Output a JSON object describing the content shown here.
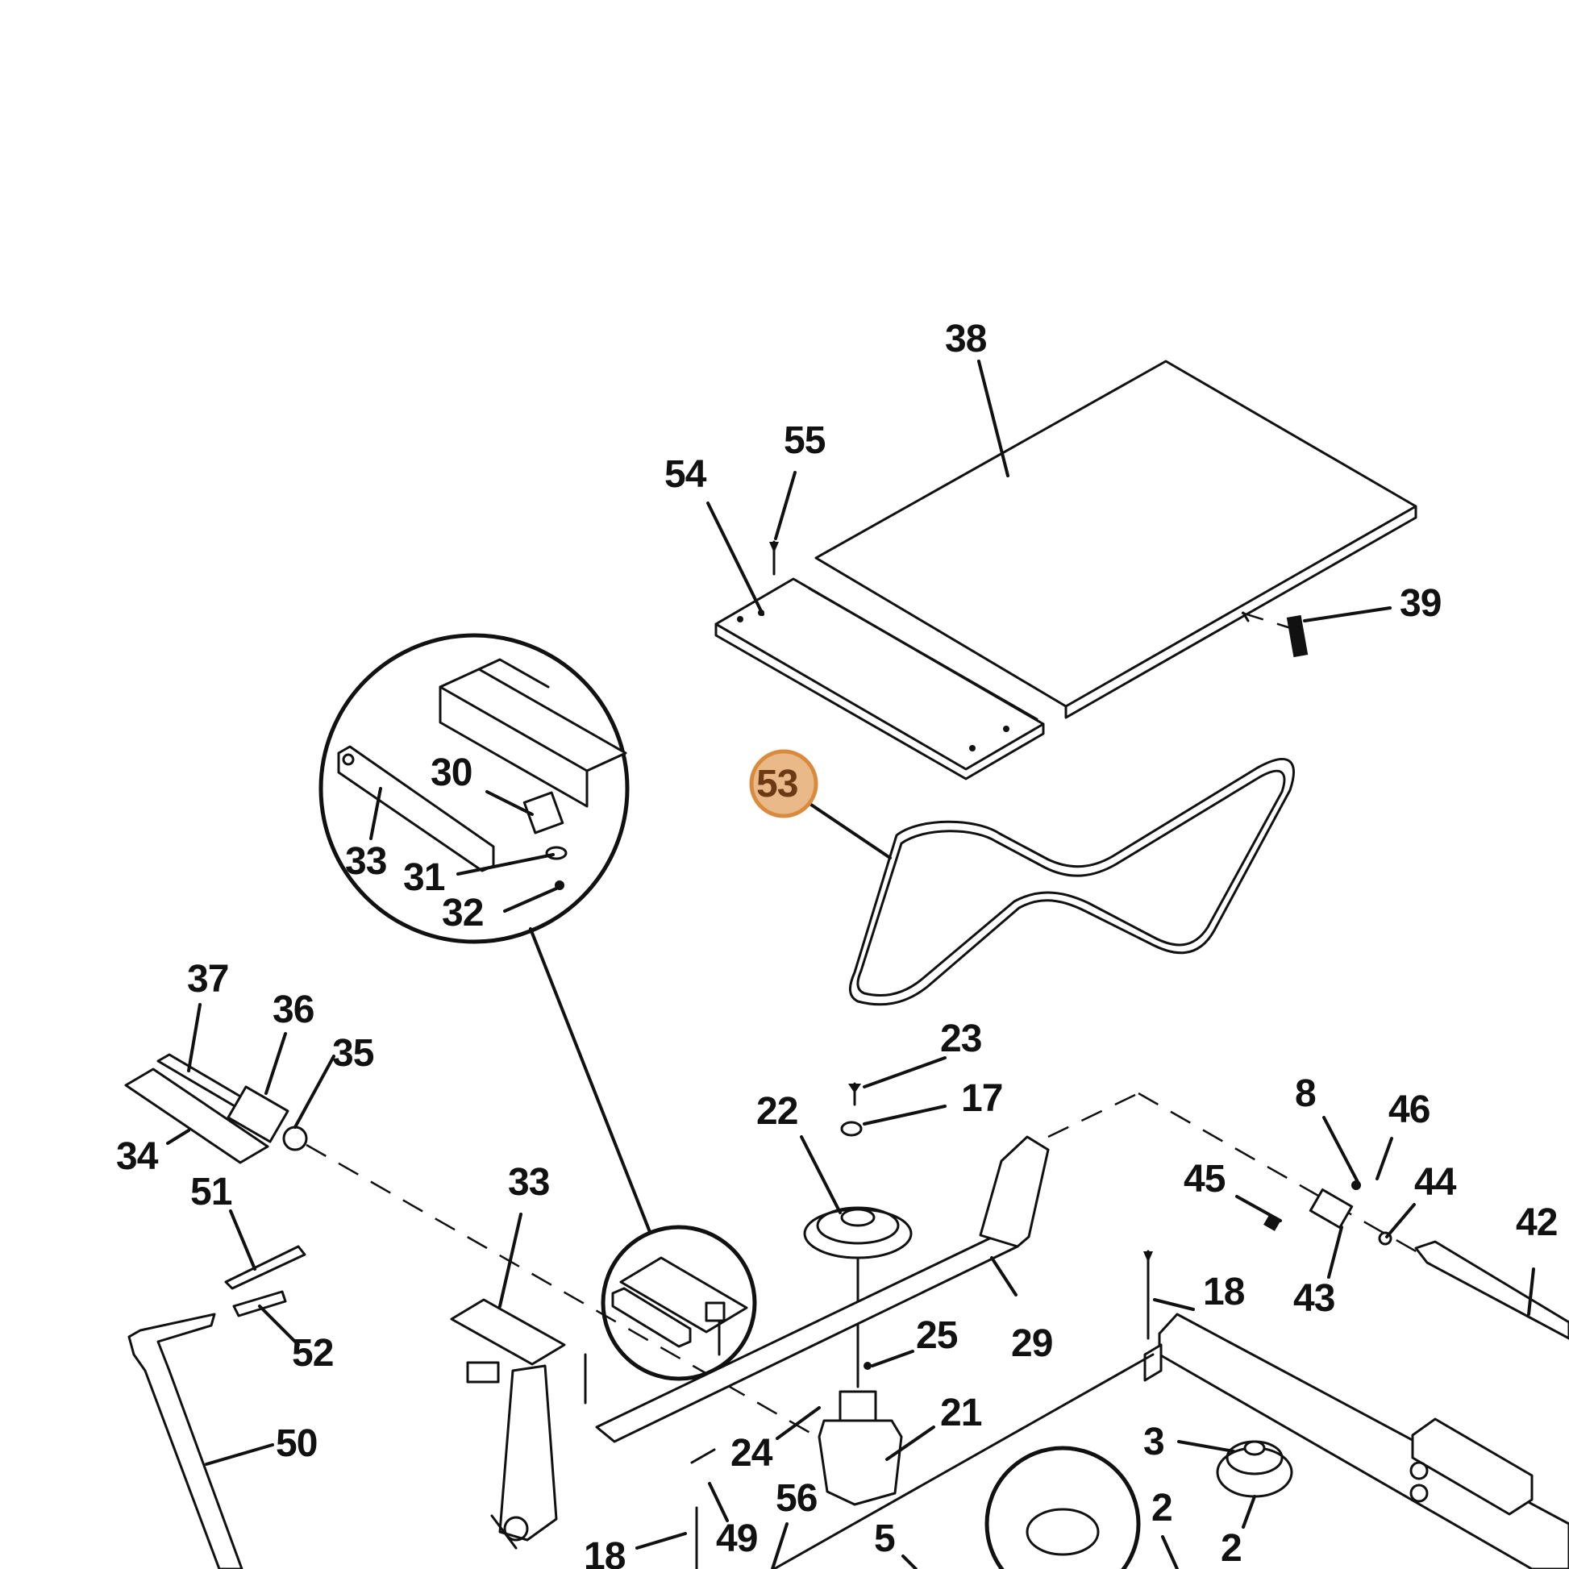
{
  "diagram": {
    "highlight_color": "#E9B98A",
    "highlight_stroke": "#D98A3D",
    "highlighted_callout": "53",
    "callouts": {
      "c38": "38",
      "c55": "55",
      "c54": "54",
      "c39": "39",
      "c53": "53",
      "c30": "30",
      "c33a": "33",
      "c31": "31",
      "c32": "32",
      "c37": "37",
      "c36": "36",
      "c35": "35",
      "c34": "34",
      "c23": "23",
      "c17": "17",
      "c22": "22",
      "c8": "8",
      "c46": "46",
      "c45": "45",
      "c44": "44",
      "c42": "42",
      "c43": "43",
      "c51": "51",
      "c33b": "33",
      "c52": "52",
      "c18a": "18",
      "c29": "29",
      "c25": "25",
      "c21": "21",
      "c24": "24",
      "c50": "50",
      "c3": "3",
      "c2a": "2",
      "c2b": "2",
      "c56": "56",
      "c49": "49",
      "c5": "5",
      "c18b": "18"
    }
  }
}
